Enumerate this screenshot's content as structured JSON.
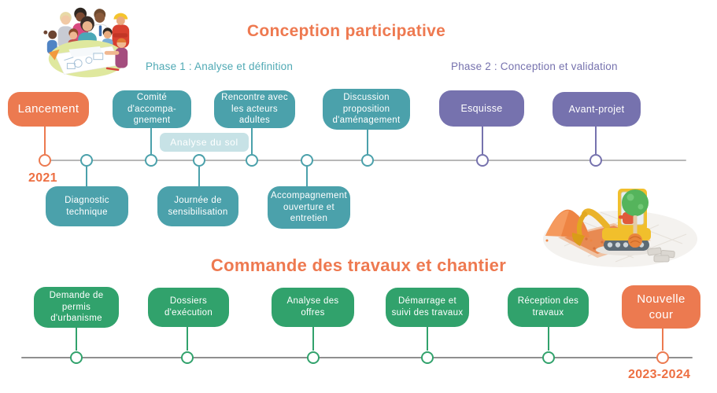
{
  "colors": {
    "orange": "#ec7a50",
    "teal": "#4ba1ab",
    "teal_light": "#c7e2e6",
    "purple": "#7672ae",
    "green": "#31a26c",
    "axis1": "#b8b8b8",
    "axis2": "#8f8f8f",
    "year_text": "#ed6f42",
    "phase1_text": "#4fa9b4",
    "phase2_text": "#7672ae"
  },
  "section1": {
    "title": "Conception participative",
    "phase1": "Phase 1 : Analyse et définition",
    "phase2": "Phase 2 : Conception et validation",
    "year": "2021",
    "boxes": {
      "lancement": "Lancement",
      "comite": "Comité\nd'accompa-\ngnement",
      "rencontre": "Rencontre avec\nles acteurs\nadultes",
      "discussion": "Discussion\nproposition\nd'aménagement",
      "esquisse": "Esquisse",
      "avant_projet": "Avant-projet",
      "diagnostic": "Diagnostic\ntechnique",
      "journee": "Journée de\nsensibilisation",
      "accompagnement": "Accompagnement\nouverture et\nentretien",
      "analyse_sol": "Analyse du sol"
    }
  },
  "section2": {
    "title": "Commande des travaux et chantier",
    "year": "2023-2024",
    "boxes": {
      "permis": "Demande de\npermis\nd'urbanisme",
      "dossiers": "Dossiers\nd'exécution",
      "offres": "Analyse des\noffres",
      "demarrage": "Démarrage et\nsuivi des travaux",
      "reception": "Réception des\ntravaux",
      "nouvelle_cour": "Nouvelle\ncour"
    }
  },
  "illustrations": {
    "people": "people-around-table-with-plans",
    "excavator": "mini-excavator-digging-with-tree"
  }
}
